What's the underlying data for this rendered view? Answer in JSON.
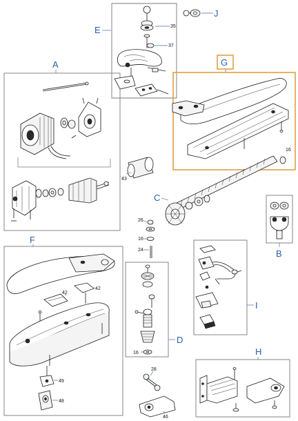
{
  "sections": {
    "A": "A",
    "B": "B",
    "C": "C",
    "D": "D",
    "E": "E",
    "F": "F",
    "G": "G",
    "H": "H",
    "I": "I",
    "J": "J"
  },
  "parts": {
    "p35": "35",
    "p37": "37",
    "p16_c": "16",
    "p43": "43",
    "p26": "26",
    "p16_mid": "16",
    "p24": "24",
    "p42_a": "42",
    "p42_b": "42",
    "p16_d": "16",
    "p49": "49",
    "p48": "48",
    "p28": "28",
    "p46": "46"
  },
  "colors": {
    "highlight_box": "#e0a040",
    "section_label": "#2a5fa8",
    "frame": "#777777"
  }
}
